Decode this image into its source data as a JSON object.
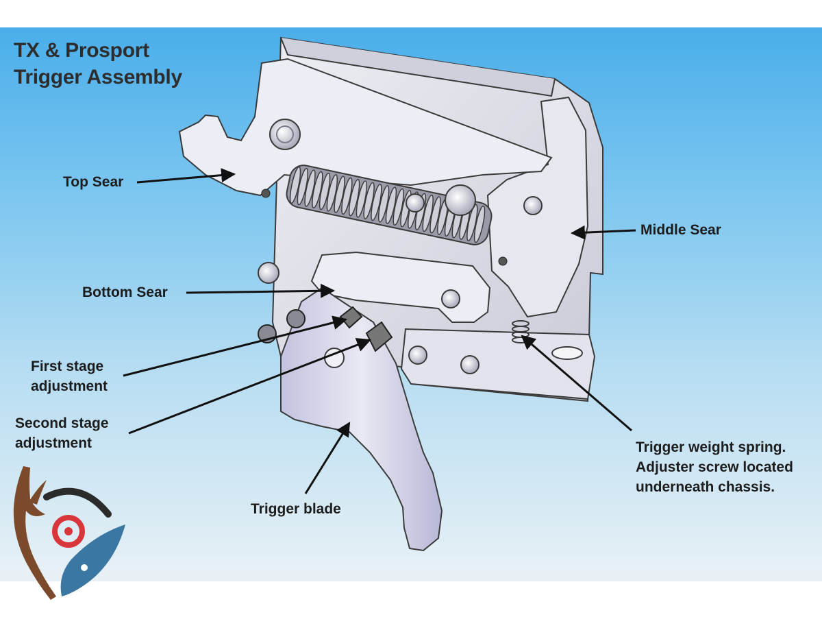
{
  "title": {
    "line1": "TX & Prosport",
    "line2": "Trigger Assembly"
  },
  "labels": {
    "top_sear": "Top Sear",
    "middle_sear": "Middle Sear",
    "bottom_sear": "Bottom Sear",
    "first_stage_1": "First stage",
    "first_stage_2": "adjustment",
    "second_stage_1": "Second stage",
    "second_stage_2": "adjustment",
    "trigger_blade": "Trigger blade",
    "spring_1": "Trigger weight spring.",
    "spring_2": "Adjuster screw located",
    "spring_3": "underneath chassis."
  },
  "colors": {
    "sky_top": "#4aaeea",
    "sky_bottom": "#e9f1f6",
    "metal": "#dcdde6",
    "outline": "#3a3a3a",
    "logo_antler": "#7a4a2a",
    "logo_fish": "#3b77a3",
    "logo_target": "#d8363a"
  },
  "icons": [
    "antler-fish-target-logo"
  ]
}
